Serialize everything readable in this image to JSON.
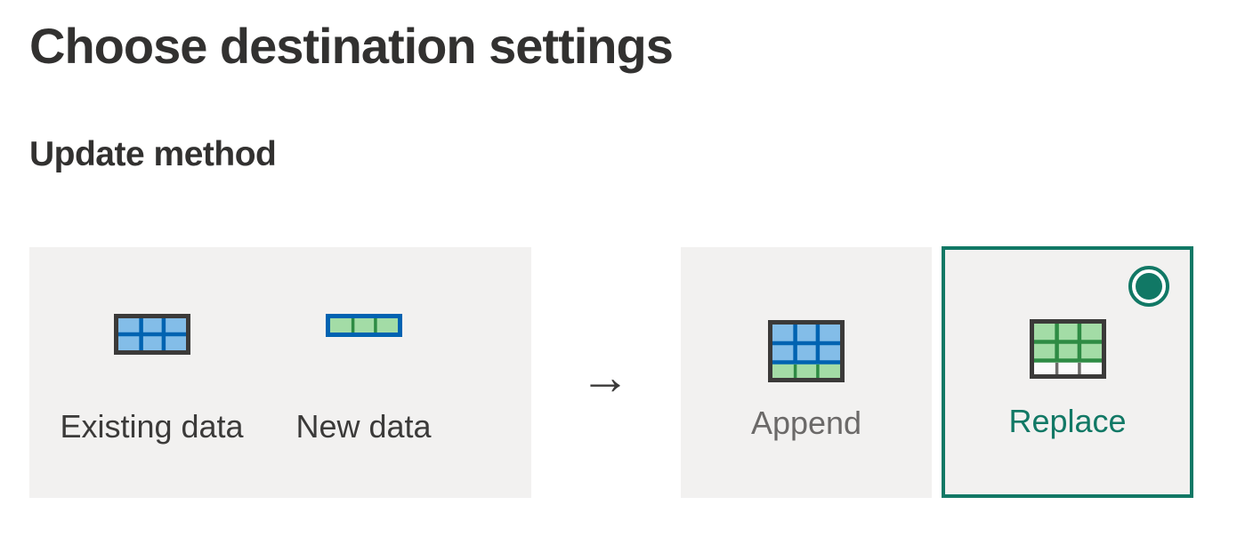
{
  "header": {
    "title": "Choose destination settings",
    "section": "Update method"
  },
  "source_panel": {
    "items": [
      {
        "label": "Existing data",
        "icon": "existing-data-table-icon"
      },
      {
        "label": "New data",
        "icon": "new-data-table-icon"
      }
    ]
  },
  "arrow": "→",
  "options": [
    {
      "label": "Append",
      "icon": "append-table-icon",
      "selected": false
    },
    {
      "label": "Replace",
      "icon": "replace-table-icon",
      "selected": true
    }
  ],
  "colors": {
    "accent_teal": "#117865",
    "text_dark": "#323130",
    "label_dark": "#3b3a39",
    "label_gray": "#6b6968",
    "panel_bg": "#f2f1f0",
    "tbl_dark": "#3b3a39",
    "tbl_blue_fill": "#83bde8",
    "tbl_blue_line": "#0063b1",
    "tbl_green_fill": "#a3dca6",
    "tbl_green_line": "#2e8b44",
    "tbl_white_fill": "#fafafa",
    "tbl_gray_line": "#6e6d6b",
    "arrow_dark": "#3b3a39",
    "page_bg": "#ffffff"
  }
}
